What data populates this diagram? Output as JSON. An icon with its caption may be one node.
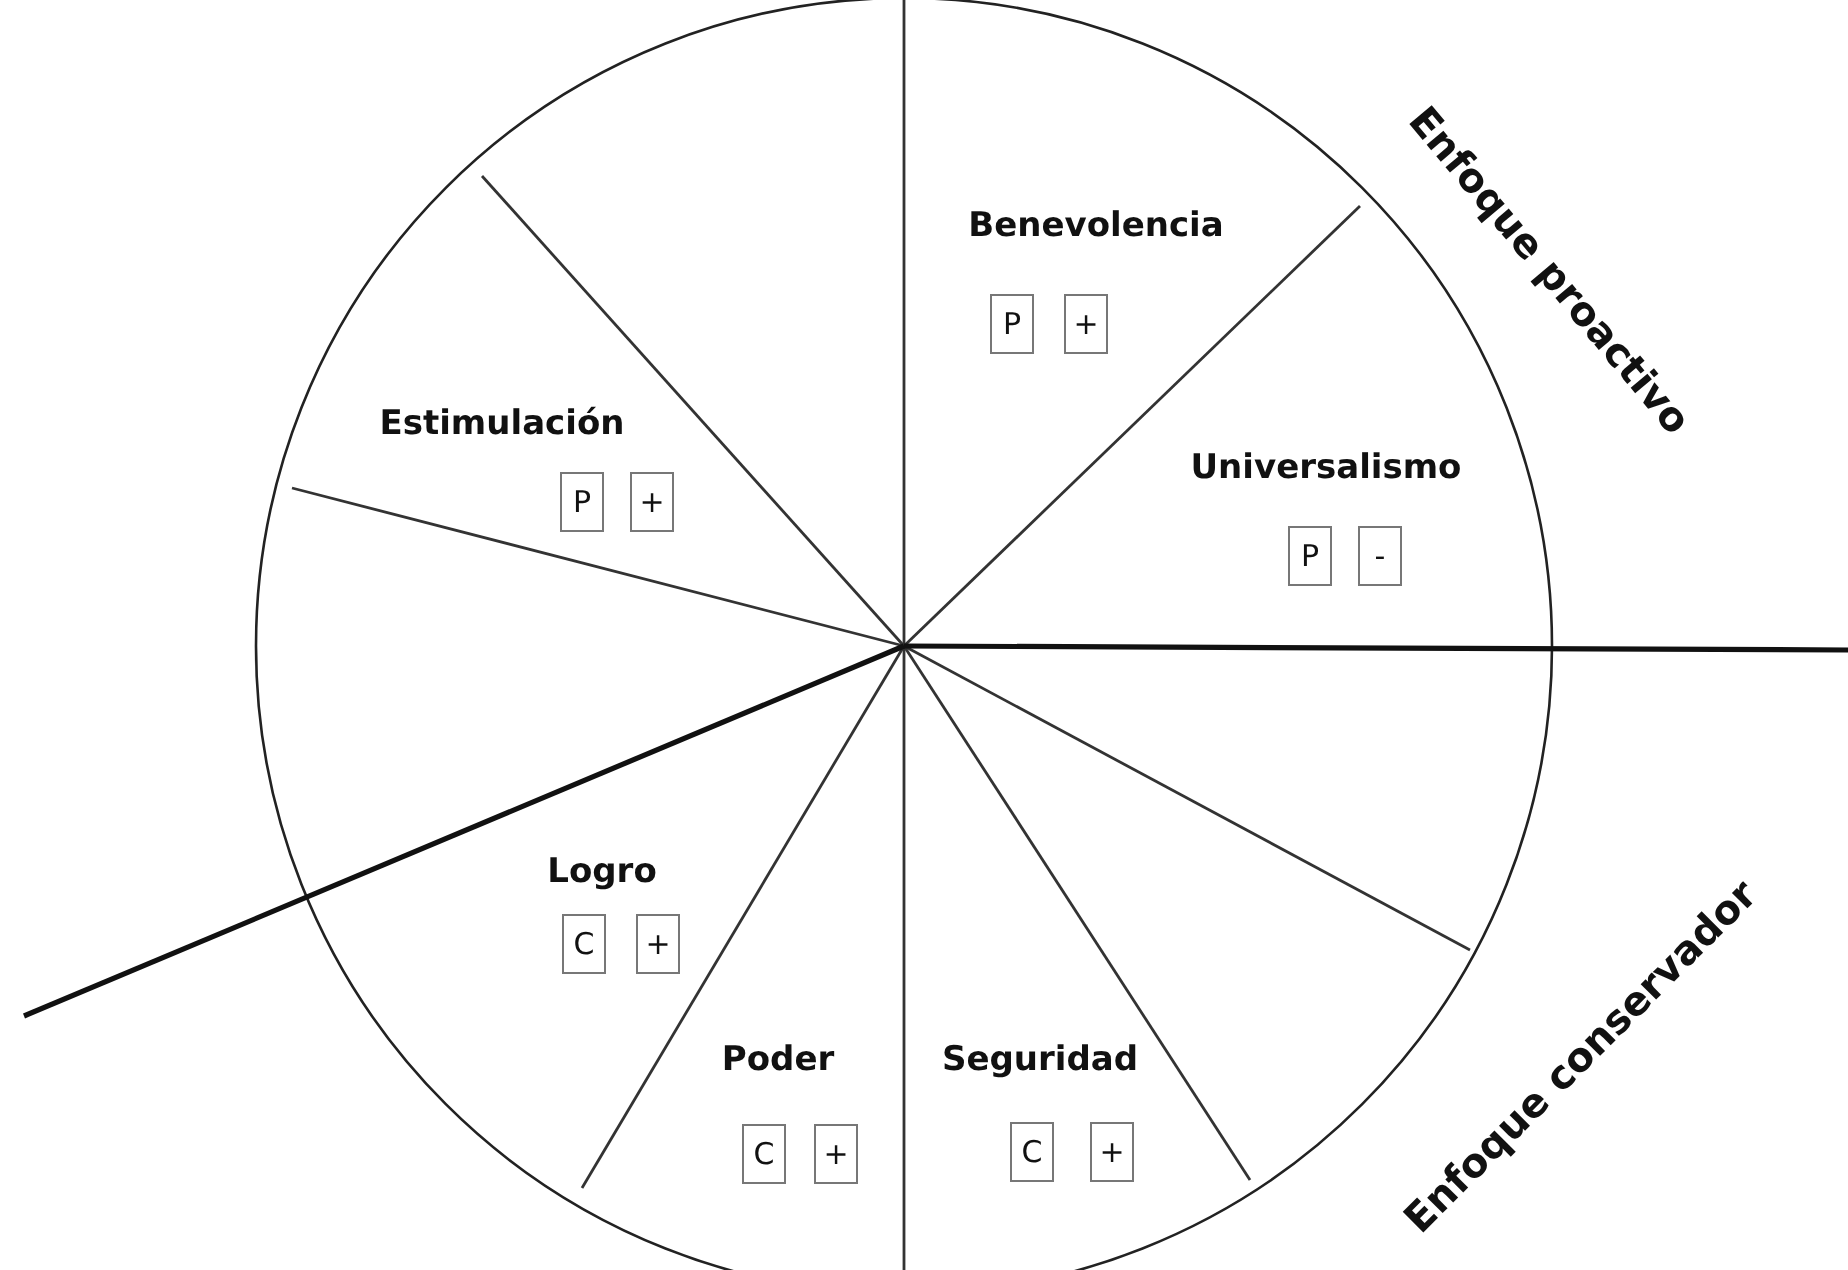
{
  "diagram": {
    "nodes": [
      {
        "text": [
          "P"
        ]
      },
      {
        "text": [
          "+"
        ]
      },
      {
        "text": [
          "P"
        ]
      },
      {
        "text": [
          "+"
        ]
      },
      {
        "text": [
          "P"
        ]
      },
      {
        "text": [
          "-"
        ]
      },
      {
        "text": [
          "C"
        ]
      },
      {
        "text": [
          "+"
        ]
      },
      {
        "text": [
          "C"
        ]
      },
      {
        "text": [
          "+"
        ]
      },
      {
        "text": [
          "C"
        ]
      },
      {
        "text": [
          "+"
        ]
      }
    ],
    "labels": [
      "Enfoque proactivo",
      "Benevolencia",
      "Estimulación",
      "Universalismo",
      "Logro",
      "Poder",
      "Seguridad",
      "Enfoque conservador"
    ]
  }
}
